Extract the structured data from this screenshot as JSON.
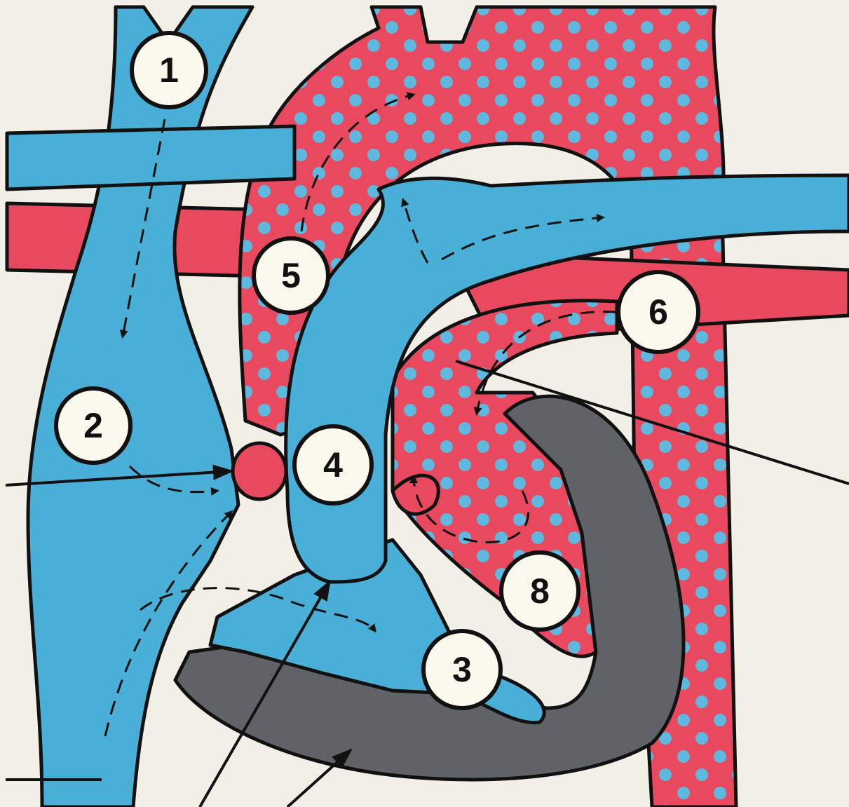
{
  "colors": {
    "background": "#f2f0e6",
    "deoxygenated_blood": "#49afd6",
    "oxygenated_blood": "#e8495f",
    "dot": "#5fb8dd",
    "muscle_wall": "#5f6266",
    "outline": "#111111",
    "label_fill": "#fbf8ee"
  },
  "labels": [
    {
      "id": "1",
      "text": "1"
    },
    {
      "id": "2",
      "text": "2"
    },
    {
      "id": "3",
      "text": "3"
    },
    {
      "id": "4",
      "text": "4"
    },
    {
      "id": "5",
      "text": "5"
    },
    {
      "id": "6",
      "text": "6"
    },
    {
      "id": "8",
      "text": "8"
    }
  ]
}
